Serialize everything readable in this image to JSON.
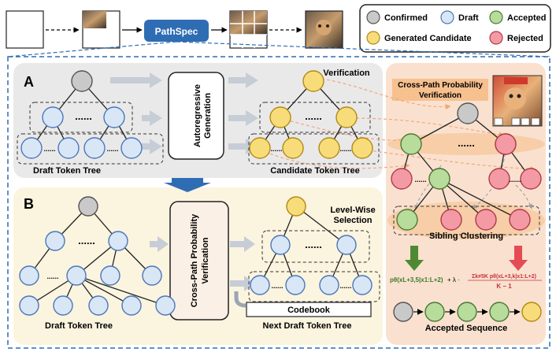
{
  "header": {
    "pathspec_label": "PathSpec"
  },
  "legend": {
    "confirmed": "Confirmed",
    "draft": "Draft",
    "accepted": "Accepted",
    "generated_candidate": "Generated Candidate",
    "rejected": "Rejected"
  },
  "colors": {
    "confirmed_fill": "#c9c9c9",
    "draft_fill": "#d9e6f6",
    "accepted_fill": "#b8dc9b",
    "candidate_fill": "#f9dc7a",
    "rejected_fill": "#f39aa5",
    "pathspec_button": "#2e6db3",
    "panel_a": "#e9e9ea",
    "panel_b": "#fbf4df",
    "panel_right": "#fae1cf",
    "accept_arrow": "#4e8a34",
    "reject_arrow": "#e54b55"
  },
  "panel_a": {
    "letter": "A",
    "draft_tree_label": "Draft Token Tree",
    "candidate_tree_label": "Candidate Token Tree",
    "verification_label": "Verification",
    "ar_box": [
      "Autoregressive",
      "Generation"
    ]
  },
  "panel_b": {
    "letter": "B",
    "draft_tree_label": "Draft Token Tree",
    "next_tree_label": "Next Draft Token Tree",
    "level_wise": [
      "Level-Wise",
      "Selection"
    ],
    "cpv_box": [
      "Cross-Path Probability",
      "Verification"
    ],
    "codebook": "Codebook"
  },
  "panel_right": {
    "title": [
      "Cross-Path Probability",
      "Verification"
    ],
    "sibling_label": "Sibling Clustering",
    "accepted_sequence": "Accepted Sequence"
  },
  "formula": {
    "left": "pθ(xL+3,5|x1:L+2)",
    "plus": "+ λ ·",
    "numerator": "Σk≠5K pθ(xL+3,k|x1:L+2)",
    "denominator": "K − 1"
  },
  "ellipsis": "......"
}
